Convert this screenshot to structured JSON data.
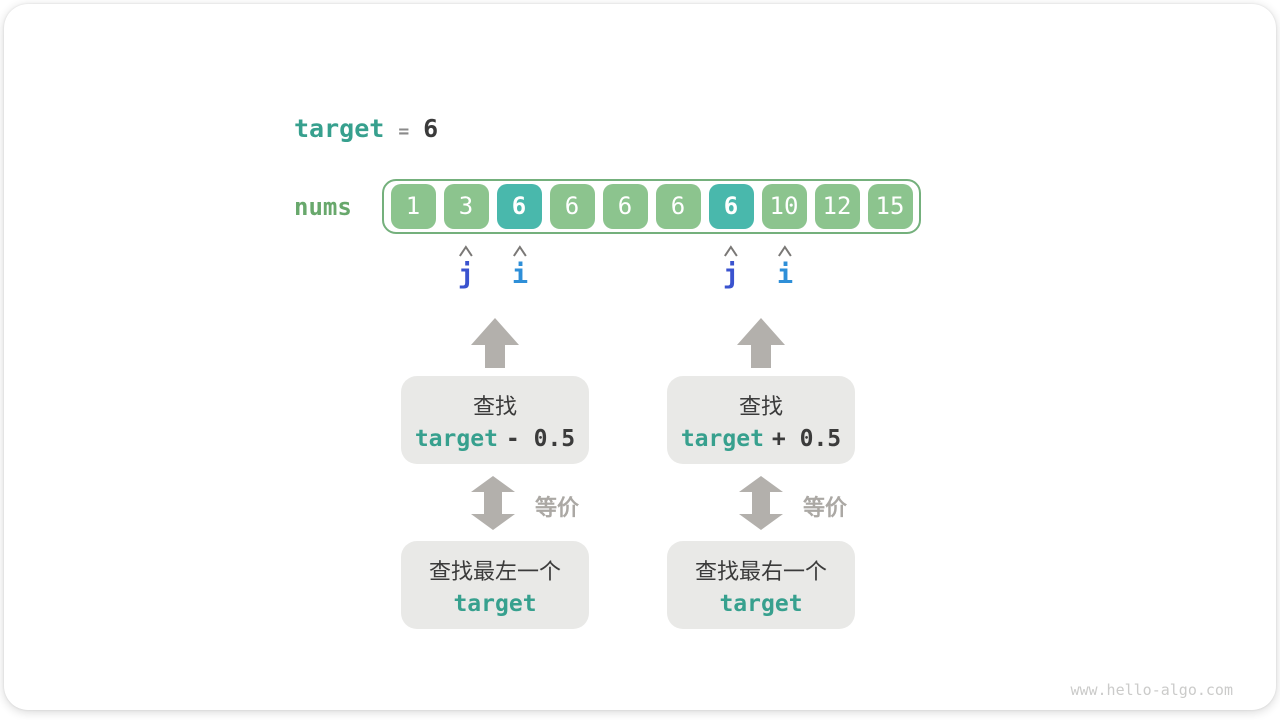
{
  "target_line": {
    "variable": "target",
    "operator": "=",
    "value": "6"
  },
  "array": {
    "label": "nums",
    "cells": [
      {
        "value": "1",
        "highlight": false
      },
      {
        "value": "3",
        "highlight": false
      },
      {
        "value": "6",
        "highlight": true
      },
      {
        "value": "6",
        "highlight": false
      },
      {
        "value": "6",
        "highlight": false
      },
      {
        "value": "6",
        "highlight": false
      },
      {
        "value": "6",
        "highlight": true
      },
      {
        "value": "10",
        "highlight": false
      },
      {
        "value": "12",
        "highlight": false
      },
      {
        "value": "15",
        "highlight": false
      }
    ]
  },
  "pointers": [
    {
      "letter": "j"
    },
    {
      "letter": "i"
    },
    {
      "letter": "j"
    },
    {
      "letter": "i"
    }
  ],
  "left_flow": {
    "search_label": "查找",
    "expr_var": "target",
    "expr_op": "- 0.5",
    "equiv_label": "等价",
    "result_label": "查找最左一个",
    "result_code": "target"
  },
  "right_flow": {
    "search_label": "查找",
    "expr_var": "target",
    "expr_op": "+ 0.5",
    "equiv_label": "等价",
    "result_label": "查找最右一个",
    "result_code": "target"
  },
  "watermark": "www.hello-algo.com",
  "colors": {
    "teal_accent": "#37A08E",
    "cell_green": "#8CC48E",
    "cell_teal": "#49B8AC",
    "array_border_green": "#74B07C",
    "nums_label_green": "#68A86C",
    "pointer_j_blue": "#3A53CF",
    "pointer_i_blue": "#2E8FD8",
    "arrow_gray": "#B3B0AC",
    "box_gray": "#E9E9E7",
    "text_dark": "#3B3B3B",
    "equiv_gray": "#ABA8A4",
    "watermark_gray": "#CBCBCA"
  }
}
